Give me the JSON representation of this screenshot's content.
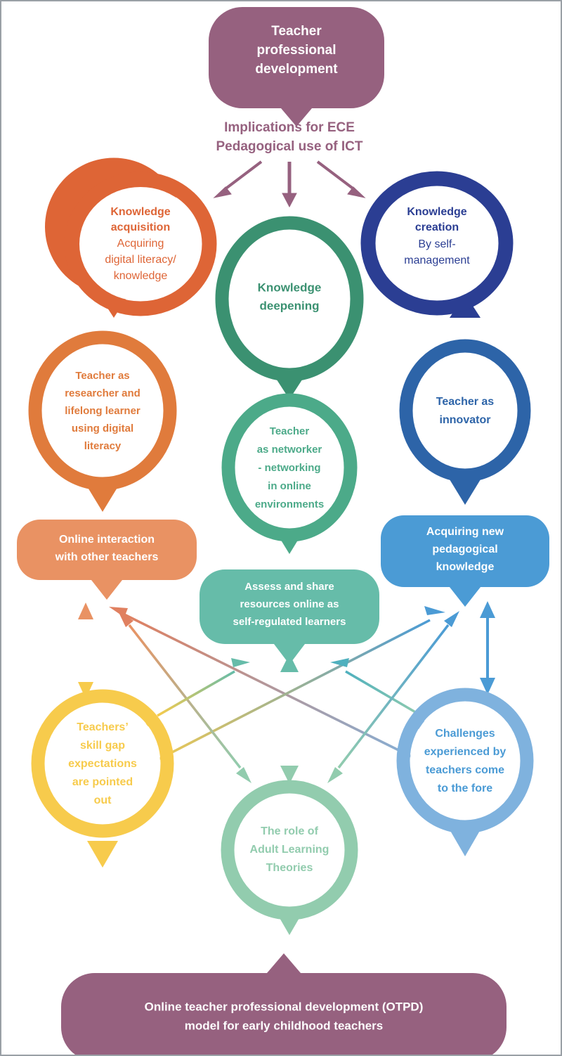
{
  "diagram": {
    "title": "Online teacher professional development (OTPD) model for early childhood teachers",
    "type": "flow-diagram",
    "colors": {
      "mauve": "#96617F",
      "orange_dark": "#DE6536",
      "orange_mid": "#E07B3C",
      "orange_light": "#E99263",
      "green_dark": "#3B9171",
      "green_mid": "#4CAA89",
      "teal": "#66BCA9",
      "green_light": "#92CCAE",
      "navy": "#2B3E93",
      "blue_mid": "#2D64A8",
      "blue": "#4B9BD5",
      "blue_light": "#7FB2DE",
      "yellow": "#F7CB4C",
      "border": "#9AA0A6",
      "white": "#FFFFFF"
    },
    "top": {
      "node_id": "teacher-professional-development",
      "lines": [
        "Teacher",
        "professional",
        "development"
      ]
    },
    "subtitle": {
      "node_id": "implications-for-ece",
      "lines": [
        "Implications for ECE",
        "Pedagogical use of ICT"
      ]
    },
    "row1": [
      {
        "node_id": "knowledge-acquisition",
        "bold_lines": [
          "Knowledge",
          "acquisition"
        ],
        "regular_lines": [
          "Acquiring",
          "digital literacy/",
          "knowledge"
        ],
        "color": "#DE6536"
      },
      {
        "node_id": "knowledge-deepening",
        "bold_lines": [
          "Knowledge",
          "deepening"
        ],
        "regular_lines": [],
        "color": "#3B9171"
      },
      {
        "node_id": "knowledge-creation",
        "bold_lines": [
          "Knowledge",
          "creation"
        ],
        "regular_lines": [
          "By self-",
          "management"
        ],
        "color": "#2B3E93"
      }
    ],
    "row2": [
      {
        "node_id": "teacher-as-researcher",
        "lines": [
          "Teacher as",
          "researcher and",
          "lifelong learner",
          "using digital",
          "literacy"
        ],
        "color": "#E07B3C"
      },
      {
        "node_id": "teacher-as-networker",
        "lines": [
          "Teacher",
          "as networker",
          "- networking",
          "in online",
          "environments"
        ],
        "color": "#4CAA89"
      },
      {
        "node_id": "teacher-as-innovator",
        "lines": [
          "Teacher as",
          "innovator"
        ],
        "color": "#2D64A8"
      }
    ],
    "row3": [
      {
        "node_id": "online-interaction",
        "lines": [
          "Online interaction",
          "with other teachers"
        ],
        "color": "#E99263"
      },
      {
        "node_id": "assess-and-share",
        "lines": [
          "Assess and share",
          "resources online as",
          "self-regulated learners"
        ],
        "color": "#66BCA9"
      },
      {
        "node_id": "acquiring-new-pedagogical-knowledge",
        "lines": [
          "Acquiring new",
          "pedagogical",
          "knowledge"
        ],
        "color": "#4B9BD5"
      }
    ],
    "row4": [
      {
        "node_id": "teachers-skill-gap",
        "lines": [
          "Teachers’",
          "skill gap",
          "expectations",
          "are pointed",
          "out"
        ],
        "color": "#F7CB4C"
      },
      {
        "node_id": "adult-learning-theories",
        "lines": [
          "The role of",
          "Adult Learning",
          "Theories"
        ],
        "color": "#92CCAE"
      },
      {
        "node_id": "challenges-experienced",
        "lines": [
          "Challenges",
          "experienced by",
          "teachers come",
          "to the fore"
        ],
        "color": "#7FB2DE"
      }
    ],
    "bottom": {
      "node_id": "otpd-model-banner",
      "lines": [
        "Online teacher professional development (OTPD)",
        "model for early childhood teachers"
      ],
      "color": "#96617F"
    }
  }
}
